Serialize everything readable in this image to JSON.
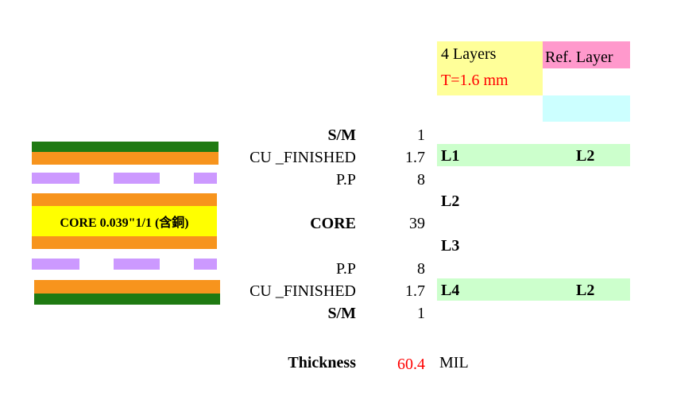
{
  "header": {
    "layers": "4 Layers",
    "thickness_spec": "T=1.6 mm",
    "ref_layer": "Ref.  Layer"
  },
  "colors": {
    "green": "#1f7a12",
    "orange": "#f7941d",
    "purple": "#cc99ff",
    "yellow": "#ffff00",
    "header_yellow": "#ffff99",
    "header_pink": "#ff99cc",
    "header_cyan": "#ccffff",
    "row_green": "#ccffcc",
    "accent_red": "#ff0000"
  },
  "stack": {
    "core_label": "CORE 0.039\"1/1 (含銅)",
    "rows": [
      {
        "name": "S/M",
        "value": "1"
      },
      {
        "name": "CU _FINISHED",
        "value": "1.7"
      },
      {
        "name": "P.P",
        "value": "8"
      },
      {
        "name": "CORE",
        "value": "39"
      },
      {
        "name": "P.P",
        "value": "8"
      },
      {
        "name": "CU _FINISHED",
        "value": "1.7"
      },
      {
        "name": "S/M",
        "value": "1"
      }
    ]
  },
  "layers": {
    "l1": "L1",
    "l1_ref": "L2",
    "l2": "L2",
    "l3": "L3",
    "l4": "L4",
    "l4_ref": "L2"
  },
  "total": {
    "label": "Thickness",
    "value": "60.4",
    "unit": "MIL"
  }
}
